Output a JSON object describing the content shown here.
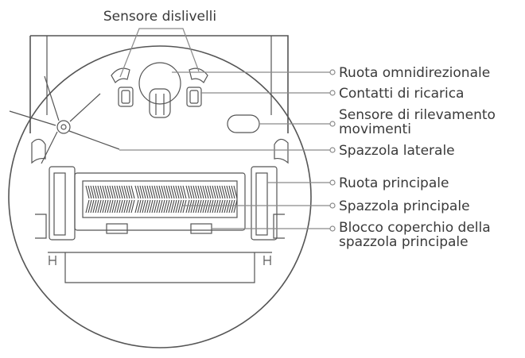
{
  "labels": {
    "top": "Sensore dislivelli",
    "omni_wheel": "Ruota omnidirezionale",
    "charging_contacts": "Contatti di ricarica",
    "motion_sensor_line1": "Sensore di rilevamento",
    "motion_sensor_line2": "movimenti",
    "side_brush": "Spazzola laterale",
    "main_wheel": "Ruota principale",
    "main_brush": "Spazzola principale",
    "brush_cover_line1": "Blocco coperchio della",
    "brush_cover_line2": "spazzola principale"
  }
}
